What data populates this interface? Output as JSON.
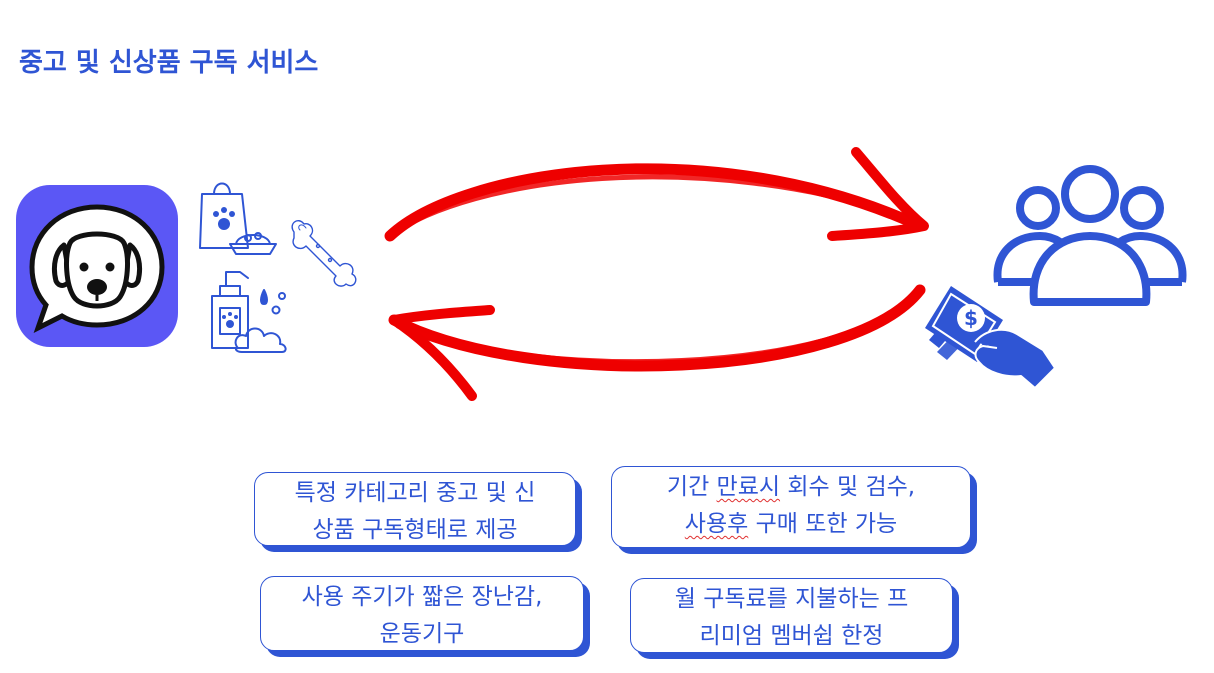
{
  "title": "중고 및 신상품 구독 서비스",
  "colors": {
    "accent_blue": "#2f55d4",
    "app_purple": "#5b57f5",
    "arrow_red": "#ee0000"
  },
  "icons": {
    "app": "dog-chat-icon",
    "products": [
      "shopping-bag-paw-icon",
      "pet-bowl-icon",
      "bone-icon",
      "shampoo-bottle-icon",
      "water-drops-icon",
      "soap-bubbles-icon"
    ],
    "arrows": [
      "arrow-right-icon",
      "arrow-left-icon"
    ],
    "users": "users-group-icon",
    "payment": "hand-money-icon"
  },
  "boxes": [
    {
      "line1": "특정 카테고리 중고 및 신",
      "line2": "상품 구독형태로 제공"
    },
    {
      "line1_a": "기간 ",
      "line1_b": "만료시",
      "line1_c": " 회수 및 검수,",
      "line2_a": "사용후",
      "line2_b": " 구매 또한 가능"
    },
    {
      "line1": "사용 주기가 짧은 장난감,",
      "line2": "운동기구"
    },
    {
      "line1": "월 구독료를 지불하는 프",
      "line2": "리미엄 멤버쉽 한정"
    }
  ]
}
